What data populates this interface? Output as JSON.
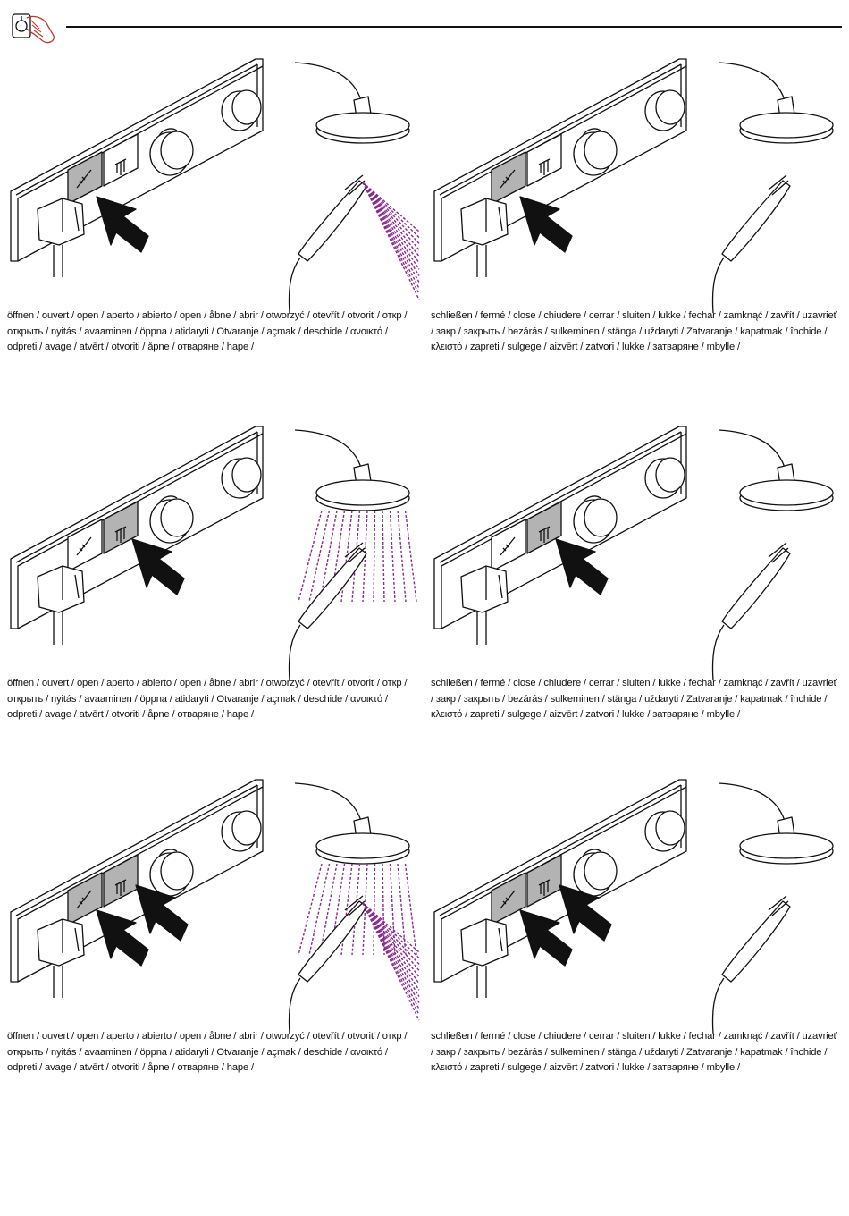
{
  "header": {
    "icon": "hand-turning-valve-icon"
  },
  "colors": {
    "spray": "#8a2b8f",
    "button_active": "#b3b3b3",
    "line": "#111111"
  },
  "panels": [
    {
      "caption": "öffnen / ouvert / open / aperto / abierto / open / åbne / abrir / otworzyć / otevřít / otvoriť / откр / открыть / nyitás / avaaminen / öppna / atidaryti / Otvaranje / açmak / deschide / ανοικτό / odpreti / avage / atvērt / otvoriti / åpne / отваряне / hape /",
      "active": [
        "hand"
      ],
      "arrows": 1,
      "arrow_target": "hand",
      "hand_spray": true,
      "head_spray": false
    },
    {
      "caption": "schließen / fermé / close / chiudere / cerrar / sluiten / lukke / fechar / zamknąć / zavřít / uzavrieť / закр / закрыть / bezárás / sulkeminen / stänga / uždaryti / Zatvaranje / kapatmak / închide / κλειστό / zapreti / sulgege / aizvērt / zatvori / lukke / затваряне / mbylle /",
      "active": [
        "hand"
      ],
      "arrows": 1,
      "arrow_target": "hand",
      "hand_spray": false,
      "head_spray": false
    },
    {
      "caption": "öffnen / ouvert / open / aperto / abierto / open / åbne / abrir / otworzyć / otevřít / otvoriť / откр / открыть / nyitás / avaaminen / öppna / atidaryti / Otvaranje / açmak / deschide / ανοικτό / odpreti / avage / atvērt / otvoriti / åpne / отваряне / hape /",
      "active": [
        "head"
      ],
      "arrows": 1,
      "arrow_target": "head",
      "hand_spray": false,
      "head_spray": true
    },
    {
      "caption": "schließen / fermé / close / chiudere / cerrar / sluiten / lukke / fechar / zamknąć / zavřít / uzavrieť / закр / закрыть / bezárás / sulkeminen / stänga / uždaryti / Zatvaranje / kapatmak / închide / κλειστό / zapreti / sulgege / aizvērt / zatvori / lukke / затваряне / mbylle /",
      "active": [
        "head"
      ],
      "arrows": 1,
      "arrow_target": "head",
      "hand_spray": false,
      "head_spray": false
    },
    {
      "caption": "öffnen / ouvert / open / aperto / abierto / open / åbne / abrir / otworzyć / otevřít / otvoriť / откр / открыть / nyitás / avaaminen / öppna / atidaryti / Otvaranje / açmak / deschide / ανοικτό / odpreti / avage / atvērt / otvoriti / åpne / отваряне / hape /",
      "active": [
        "hand",
        "head"
      ],
      "arrows": 2,
      "arrow_target": "both",
      "hand_spray": true,
      "head_spray": true
    },
    {
      "caption": "schließen / fermé / close / chiudere / cerrar / sluiten / lukke / fechar / zamknąć / zavřít / uzavrieť / закр / закрыть / bezárás / sulkeminen / stänga / uždaryti / Zatvaranje / kapatmak / închide / κλειστό / zapreti / sulgege / aizvērt / zatvori / lukke / затваряне / mbylle /",
      "active": [
        "hand",
        "head"
      ],
      "arrows": 2,
      "arrow_target": "both",
      "hand_spray": false,
      "head_spray": false
    }
  ]
}
